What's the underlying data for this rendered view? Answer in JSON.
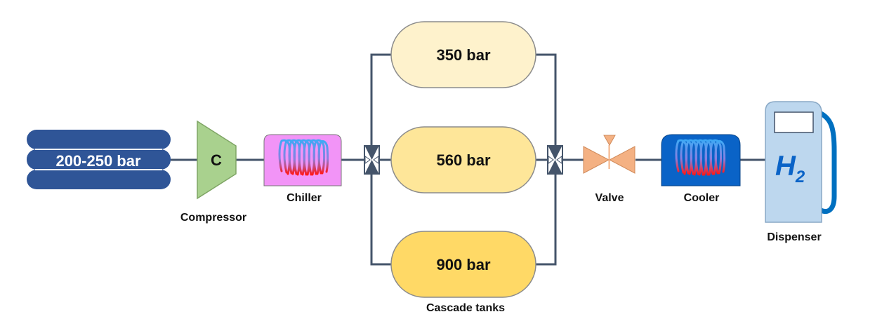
{
  "supply": {
    "label": "200-250 bar"
  },
  "compressor": {
    "symbol": "C",
    "label": "Compressor"
  },
  "chiller": {
    "label": "Chiller"
  },
  "tanks": {
    "label": "Cascade tanks",
    "items": [
      {
        "label": "350 bar",
        "color": "#FEF2CC"
      },
      {
        "label": "560 bar",
        "color": "#FEE699"
      },
      {
        "label": "900 bar",
        "color": "#FFD966"
      }
    ]
  },
  "valve": {
    "label": "Valve"
  },
  "cooler": {
    "label": "Cooler"
  },
  "dispenser": {
    "symbol": "H",
    "subscript": "2",
    "label": "Dispenser"
  },
  "colors": {
    "pipe": "#44546A",
    "supply": "#2F5597",
    "compressor": "#A9D18E",
    "chiller": "#F294F7",
    "valve": "#F4B183",
    "cooler": "#0A63C7",
    "dispenser": "#BDD7EE",
    "dispenser_hose": "#0070C0"
  }
}
